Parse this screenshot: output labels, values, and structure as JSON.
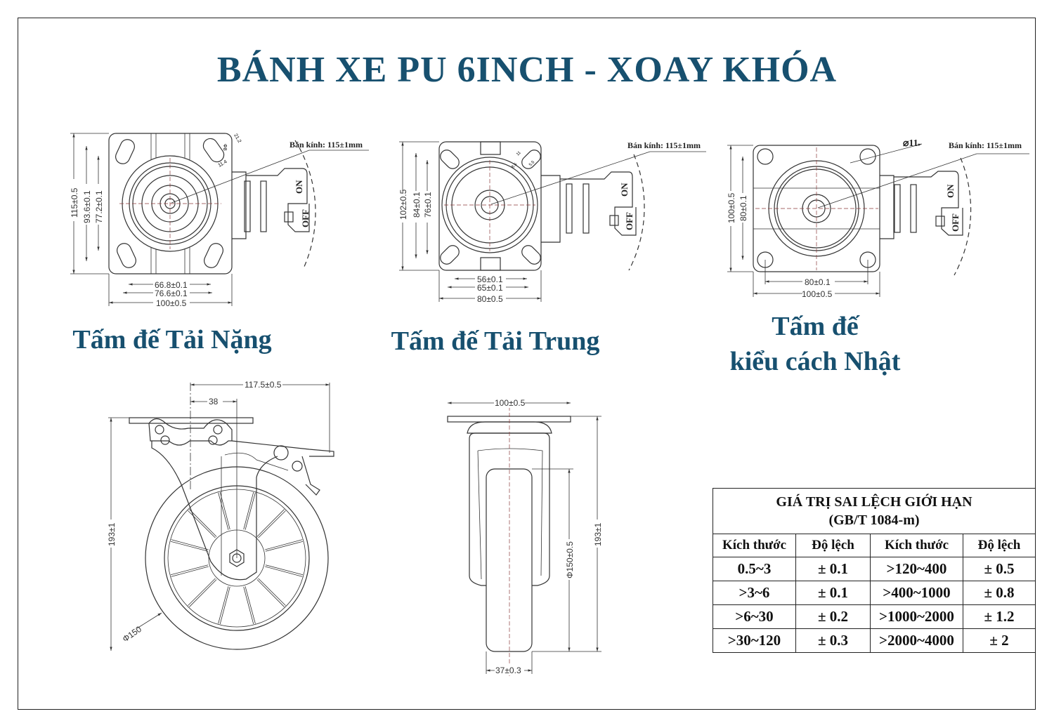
{
  "title": "BÁNH XE PU 6INCH - XOAY KHÓA",
  "plates": [
    {
      "caption": "Tấm đế Tải Nặng",
      "radius_label": "Bán kính: 115±1mm",
      "dims": {
        "height": "115±0.5",
        "v1": "93.6±0.1",
        "v2": "77.2±0.1",
        "h1": "66.8±0.1",
        "h2": "76.6±0.1",
        "width": "100±0.5",
        "slot_a": "21.2",
        "slot_b": "Φ8",
        "slot_c": "11.4"
      },
      "on": "ON",
      "off": "OFF"
    },
    {
      "caption": "Tấm đế Tải Trung",
      "radius_label": "Bán kính: 115±1mm",
      "dims": {
        "height": "102±0.5",
        "v1": "84±0.1",
        "v2": "76±0.1",
        "h1": "56±0.1",
        "h2": "65±0.1",
        "width": "80±0.5",
        "slot_a": "11",
        "slot_b": "8.5",
        "slot_c": "5.5"
      },
      "on": "ON",
      "off": "OFF"
    },
    {
      "caption_line1": "Tấm đế",
      "caption_line2": "kiểu cách Nhật",
      "radius_label": "Bán kính: 115±1mm",
      "dims": {
        "height": "100±0.5",
        "v1": "80±0.1",
        "h1": "80±0.1",
        "width": "100±0.5",
        "hole": "⌀11"
      },
      "on": "ON",
      "off": "OFF"
    }
  ],
  "side_view": {
    "overall": "117.5±0.5",
    "offset": "38",
    "height": "193±1",
    "wheel_dia": "Φ150"
  },
  "front_view": {
    "plate_width": "100±0.5",
    "height": "193±1",
    "wheel_dia": "Φ150±0.5",
    "wheel_width": "37±0.3"
  },
  "tolerance_table": {
    "title_line1": "GIÁ TRỊ SAI LỆCH GIỚI HẠN",
    "title_line2": "(GB/T 1084-m)",
    "headers": [
      "Kích thước",
      "Độ lệch",
      "Kích thước",
      "Độ lệch"
    ],
    "rows": [
      [
        "0.5~3",
        "± 0.1",
        ">120~400",
        "± 0.5"
      ],
      [
        ">3~6",
        "± 0.1",
        ">400~1000",
        "± 0.8"
      ],
      [
        ">6~30",
        "± 0.2",
        ">1000~2000",
        "± 1.2"
      ],
      [
        ">30~120",
        "± 0.3",
        ">2000~4000",
        "±  2"
      ]
    ]
  },
  "colors": {
    "title": "#17506f",
    "lines": "#333333"
  }
}
